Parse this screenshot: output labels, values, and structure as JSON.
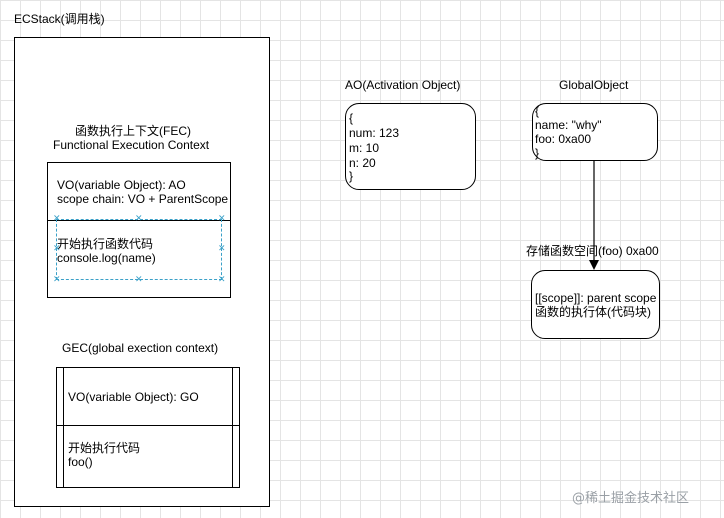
{
  "ecstack": {
    "title": "ECStack(调用栈)"
  },
  "fec": {
    "title_cn": "函数执行上下文(FEC)",
    "title_en": "Functional Execution Context",
    "vo_line1": "VO(variable Object): AO",
    "vo_line2": "scope chain: VO + ParentScope",
    "code_line1": "开始执行函数代码",
    "code_line2": "console.log(name)"
  },
  "gec": {
    "title": "GEC(global exection context)",
    "vo_line": "VO(variable Object): GO",
    "code_line1": "开始执行代码",
    "code_line2": "foo()"
  },
  "ao": {
    "title": "AO(Activation Object)",
    "lines": [
      "{",
      "num: 123",
      "m: 10",
      "n: 20",
      "}"
    ]
  },
  "global_object": {
    "title": "GlobalObject",
    "lines": [
      "{",
      "name: \"why\"",
      "foo: 0xa00",
      "}"
    ]
  },
  "func_store": {
    "label": "存储函数空间(foo) 0xa00",
    "line1": "[[scope]]: parent scope",
    "line2": "函数的执行体(代码块)"
  },
  "watermark": "@稀土掘金技术社区"
}
